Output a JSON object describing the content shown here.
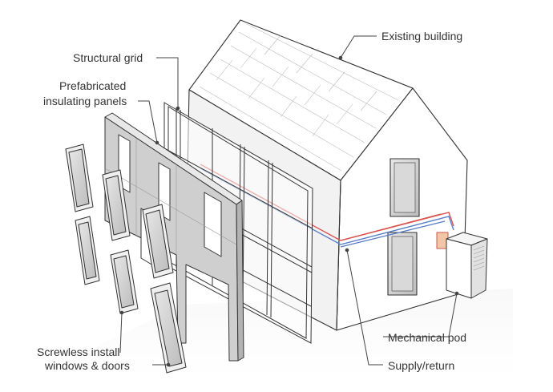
{
  "labels": {
    "existing_building": "Existing building",
    "structural_grid": "Structural grid",
    "prefab_line1": "Prefabricated",
    "prefab_line2": "insulating panels",
    "screwless_line1": "Screwless install",
    "screwless_line2": "windows & doors",
    "mechanical_pod": "Mechanical pod",
    "supply_return": "Supply/return"
  },
  "colors": {
    "supply_line": "#d9534f",
    "return_line": "#5b7fc7",
    "outline": "#333333",
    "leader": "#444444"
  }
}
